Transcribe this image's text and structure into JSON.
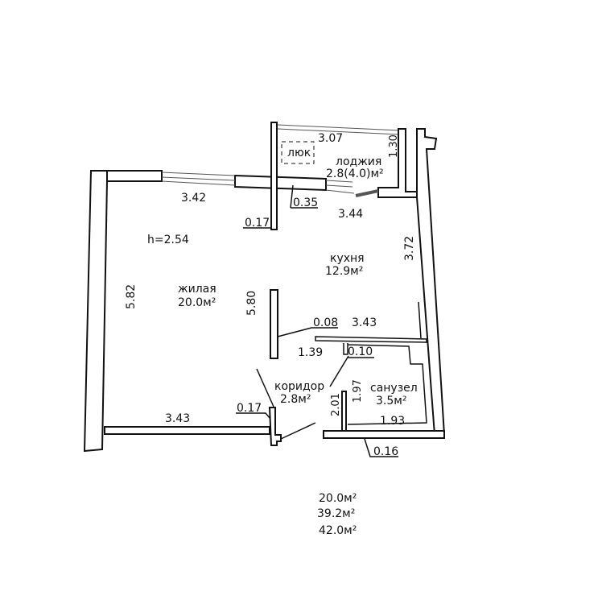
{
  "rooms": {
    "living": {
      "name": "жилая",
      "area": "20.0м²"
    },
    "kitchen": {
      "name": "кухня",
      "area": "12.9м²"
    },
    "loggia": {
      "name": "лоджия",
      "area": "2.8(4.0)м²",
      "hatch": "люк"
    },
    "corridor": {
      "name": "коридор",
      "area": "2.8м²"
    },
    "bathroom": {
      "name": "санузел",
      "area": "3.5м²"
    }
  },
  "ceiling_height": "h=2.54",
  "dimensions": {
    "loggia_width": "3.07",
    "loggia_depth": "1.30",
    "living_top": "3.42",
    "wall_035": "0.35",
    "kitchen_top": "3.44",
    "partition_017_top": "0.17",
    "kitchen_side": "3.72",
    "living_side": "5.82",
    "living_inner": "5.80",
    "partition_008": "0.08",
    "kitchen_bottom": "3.43",
    "corridor_len": "1.39",
    "wall_010": "0.10",
    "bath_side_a": "1.97",
    "bath_side_b": "2.01",
    "partition_017_bottom": "0.17",
    "living_bottom": "3.43",
    "bath_width": "1.93",
    "wall_016": "0.16"
  },
  "totals": [
    "20.0м²",
    "39.2м²",
    "42.0м²"
  ]
}
